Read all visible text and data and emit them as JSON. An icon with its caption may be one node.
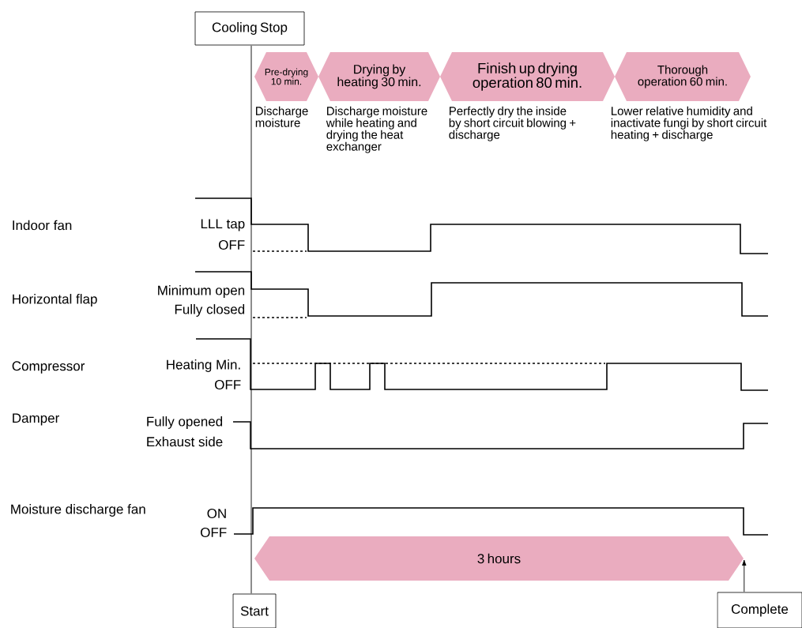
{
  "diagram": {
    "nodes": [
      {
        "text": [
          "Cooling Stop"
        ]
      },
      {
        "text": [
          "Pre-drying 10 min."
        ],
        "beside": [
          "Discharge moisture"
        ]
      },
      {
        "text": [
          "Drying by heating 30 min."
        ],
        "beside": [
          "Discharge moisture while heating and drying the heat exchanger"
        ]
      },
      {
        "text": [
          "Finish up drying operation 80 min."
        ],
        "beside": [
          "Perfectly dry the inside by short circuit blowing + discharge"
        ]
      },
      {
        "text": [
          "Thorough operation 60 min."
        ],
        "beside": [
          "Lower relative humidity and inactivate fungi by short circuit heating + discharge"
        ]
      },
      {
        "text": [
          "3 hours"
        ]
      },
      {
        "text": [
          "Start"
        ]
      },
      {
        "text": [
          "Complete"
        ]
      }
    ],
    "edges": [
      {
        "from": 0,
        "to": 6,
        "arrow": "none"
      },
      {
        "from": 7,
        "to": 5,
        "arrow": "to"
      }
    ],
    "labels": [
      "Indoor fan",
      "LLL tap",
      "OFF",
      "Horizontal flap",
      "Minimum open",
      "Fully closed",
      "Compressor",
      "Heating Min.",
      "OFF",
      "Damper",
      "Fully opened",
      "Exhaust side",
      "Moisture discharge fan",
      "ON",
      "OFF"
    ]
  }
}
